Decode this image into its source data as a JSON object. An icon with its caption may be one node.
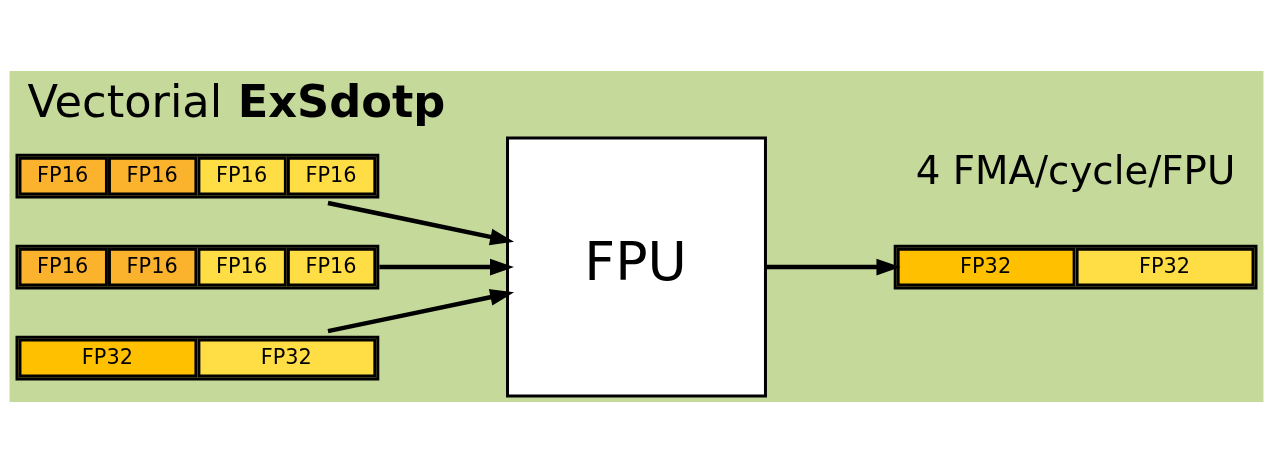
{
  "diagram": {
    "title": "Vectorial **ExSdotp**",
    "nodes": [
      {
        "text": [
          "FP16",
          "FP16",
          "FP16",
          "FP16"
        ]
      },
      {
        "text": [
          "FP16",
          "FP16",
          "FP16",
          "FP16"
        ]
      },
      {
        "text": [
          "FP32",
          "FP32"
        ]
      },
      {
        "text": [
          "FPU"
        ]
      },
      {
        "text": [
          "FP32",
          "FP32"
        ]
      }
    ],
    "edges": [
      {
        "from": 0,
        "to": 3,
        "arrow": "to"
      },
      {
        "from": 1,
        "to": 3,
        "arrow": "to"
      },
      {
        "from": 2,
        "to": 3,
        "arrow": "to"
      },
      {
        "from": 3,
        "to": 4,
        "arrow": "to"
      }
    ],
    "labels": [
      "4 FMA/cycle/FPU"
    ]
  }
}
